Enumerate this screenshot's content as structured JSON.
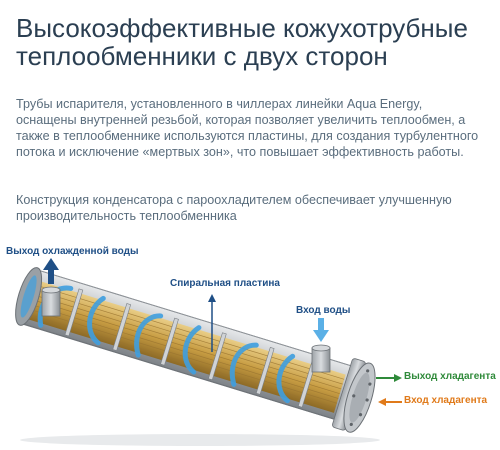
{
  "title": "Высокоэффективные кожухотрубные теплообменники с двух сторон",
  "paragraphs": [
    "Трубы испарителя, установленного в чиллерах линейки Aqua Energy, оснащены внутренней резьбой, которая позволяет увеличить теплообмен, а также в теплообменнике используются пластины, для создания турбулентного потока и исключение «мертвых зон», что повышает эффективность работы.",
    "Конструкция конденсатора с пароохладителем обеспечивает улучшенную производительность теплообменника"
  ],
  "labels": {
    "chilled_water_out": "Выход охлажденной воды",
    "spiral_plate": "Спиральная пластина",
    "water_in": "Вход воды",
    "refrigerant_out": "Выход хладагента",
    "refrigerant_in": "Вход хладагента"
  },
  "colors": {
    "water_blue": "#1f4f86",
    "light_blue": "#5bb0e6",
    "refrigerant_out_green": "#2f8a3a",
    "refrigerant_in_orange": "#e07a1a",
    "tube_gold": "#c9a24a",
    "shell_grey": "#b9bcc0"
  }
}
